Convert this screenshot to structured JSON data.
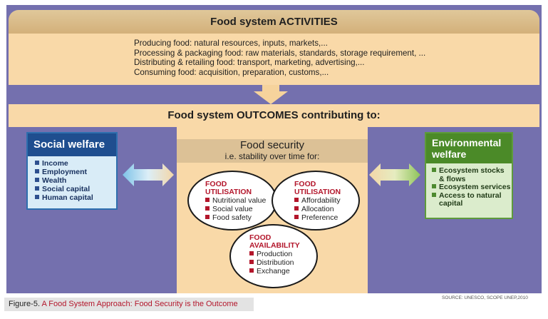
{
  "activities": {
    "title": "Food system ACTIVITIES",
    "lines": [
      "Producing food: natural resources, inputs, markets,...",
      "Processing & packaging food: raw materials, standards, storage requirement, ...",
      "Distributing & retailing food: transport, marketing, advertising,...",
      "Consuming food: acquisition, preparation, customs,..."
    ]
  },
  "outcomes": {
    "title": "Food system OUTCOMES contributing to:"
  },
  "social": {
    "title": "Social welfare",
    "items": [
      "Income",
      "Employment",
      "Wealth",
      "Social capital",
      "Human capital"
    ]
  },
  "food_security": {
    "title": "Food security",
    "subtitle": "i.e. stability over time for:",
    "utilisation": {
      "title_line1": "FOOD",
      "title_line2": "UTILISATION",
      "items": [
        "Nutritional value",
        "Social value",
        "Food safety"
      ]
    },
    "access": {
      "title_line1": "FOOD",
      "title_line2": "UTILISATION",
      "items": [
        "Affordability",
        "Allocation",
        "Preference"
      ]
    },
    "availability": {
      "title_line1": "FOOD",
      "title_line2": "AVAILABILITY",
      "items": [
        "Production",
        "Distribution",
        "Exchange"
      ]
    }
  },
  "environment": {
    "title_line1": "Environmental",
    "title_line2": "welfare",
    "items": [
      "Ecosystem stocks & flows",
      "Ecosystem services",
      "Access to natural capital"
    ]
  },
  "caption": {
    "label": "Figure-5.",
    "title": "A Food System Approach: Food Security is the Outcome"
  },
  "source": "SOURCE: UNESCO, SCOPE UNEP,2010",
  "colors": {
    "frame": "#7470ae",
    "band": "#f9d9a8",
    "header": "#dcc196",
    "accent_red": "#b3162b",
    "social_blue": "#1f4e8f",
    "env_green": "#4b8a28"
  }
}
